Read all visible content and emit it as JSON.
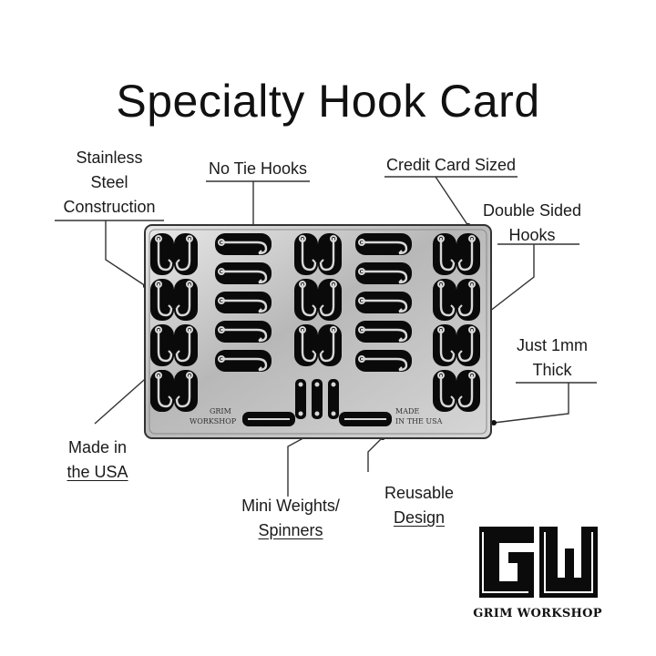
{
  "title": "Specialty Hook Card",
  "callouts": {
    "stainless": [
      "Stainless",
      "Steel",
      "Construction"
    ],
    "no_tie": "No Tie Hooks",
    "credit_card": "Credit Card Sized",
    "double_sided": [
      "Double Sided",
      "Hooks"
    ],
    "thick": [
      "Just 1mm",
      "Thick"
    ],
    "made_usa": [
      "Made in",
      "the USA"
    ],
    "mini_weights": [
      "Mini Weights/",
      "Spinners"
    ],
    "reusable": [
      "Reusable",
      "Design"
    ]
  },
  "card": {
    "stamp_left": [
      "GRIM",
      "WORKSHOP"
    ],
    "stamp_right": [
      "MADE",
      "IN THE USA"
    ]
  },
  "logo": {
    "brand": "GRIM WORKSHOP",
    "mark_icon": "gw-monogram-icon"
  },
  "colors": {
    "metal": "#bdbdbd",
    "metal_light": "#e6e6e6",
    "cutout": "#0a0a0a",
    "text": "#111111"
  }
}
